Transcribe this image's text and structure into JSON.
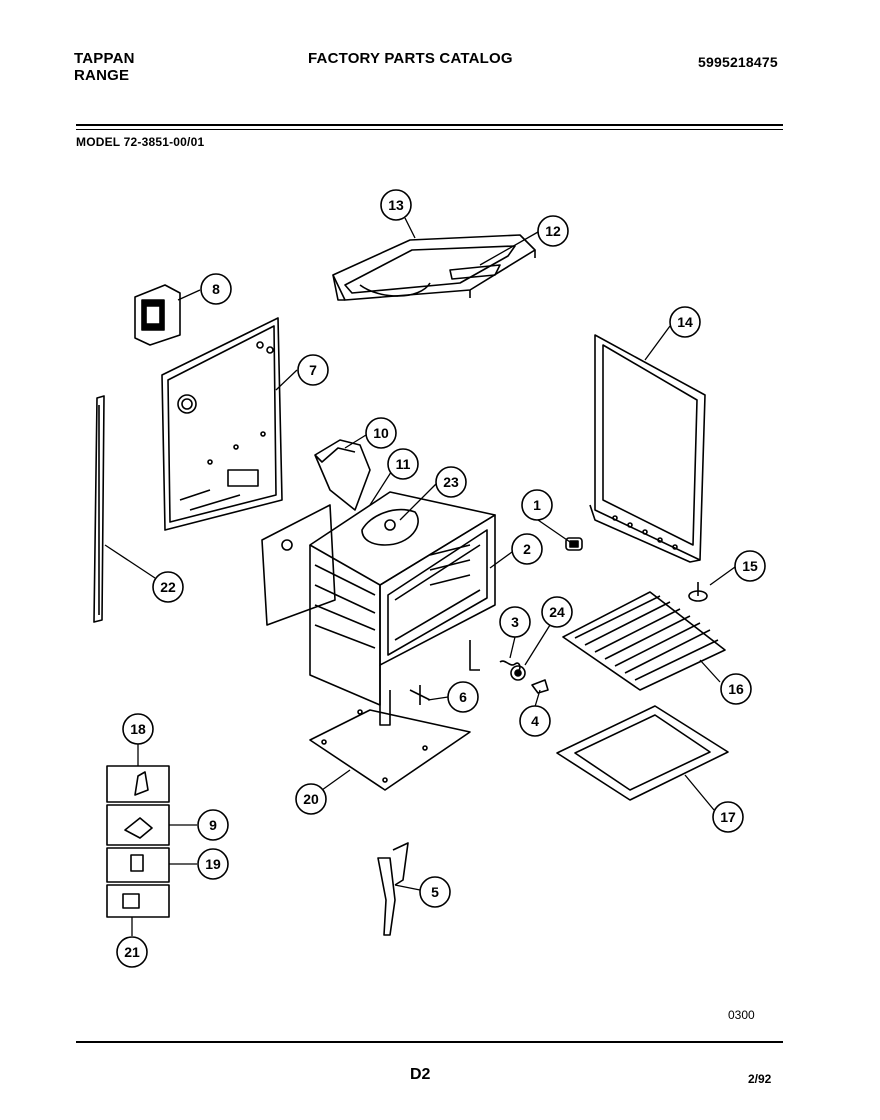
{
  "header": {
    "brand_line1": "TAPPAN",
    "brand_line2": "RANGE",
    "title": "FACTORY PARTS CATALOG",
    "catalog_number": "5995218475"
  },
  "model": "MODEL 72-3851-00/01",
  "callouts": [
    {
      "id": "c1",
      "label": "1"
    },
    {
      "id": "c2",
      "label": "2"
    },
    {
      "id": "c3",
      "label": "3"
    },
    {
      "id": "c4",
      "label": "4"
    },
    {
      "id": "c5",
      "label": "5"
    },
    {
      "id": "c6",
      "label": "6"
    },
    {
      "id": "c7",
      "label": "7"
    },
    {
      "id": "c8",
      "label": "8"
    },
    {
      "id": "c9",
      "label": "9"
    },
    {
      "id": "c10",
      "label": "10"
    },
    {
      "id": "c11",
      "label": "11"
    },
    {
      "id": "c12",
      "label": "12"
    },
    {
      "id": "c13",
      "label": "13"
    },
    {
      "id": "c14",
      "label": "14"
    },
    {
      "id": "c15",
      "label": "15"
    },
    {
      "id": "c16",
      "label": "16"
    },
    {
      "id": "c17",
      "label": "17"
    },
    {
      "id": "c18",
      "label": "18"
    },
    {
      "id": "c19",
      "label": "19"
    },
    {
      "id": "c20",
      "label": "20"
    },
    {
      "id": "c21",
      "label": "21"
    },
    {
      "id": "c22",
      "label": "22"
    },
    {
      "id": "c23",
      "label": "23"
    },
    {
      "id": "c24",
      "label": "24"
    }
  ],
  "footer": {
    "figure_code": "0300",
    "page_id": "D2",
    "date": "2/92"
  }
}
